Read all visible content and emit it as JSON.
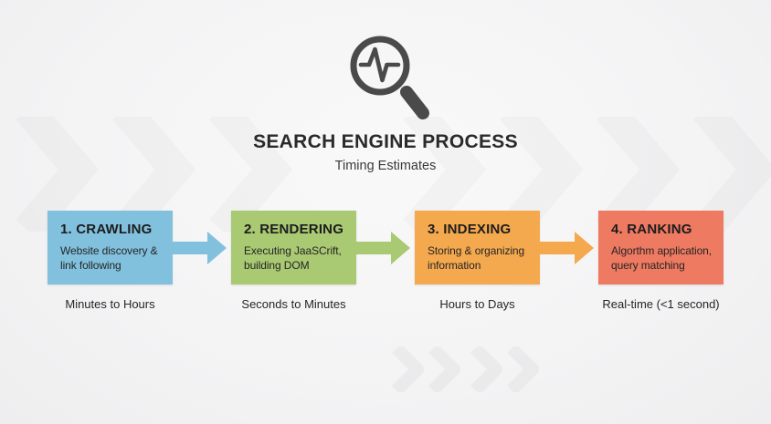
{
  "page": {
    "title": "SEARCH ENGINE PROCESS",
    "subtitle": "Timing Estimates"
  },
  "icon": {
    "name": "magnifier-pulse-icon",
    "color": "#4a4a4a"
  },
  "steps": [
    {
      "title": "1. CRAWLING",
      "description": "Website discovery &\nlink following",
      "timing": "Minutes to Hours",
      "color": "#82c1de"
    },
    {
      "title": "2. RENDERING",
      "description": "Executing JaaSCrift,\nbuilding DOM",
      "timing": "Seconds to Minutes",
      "color": "#a9c973"
    },
    {
      "title": "3. INDEXING",
      "description": "Storing & organizing\ninformation",
      "timing": "Hours to Days",
      "color": "#f5a94f"
    },
    {
      "title": "4. RANKING",
      "description": "Algorthm application,\nquery matching",
      "timing": "Real-time (<1 second)",
      "color": "#ee7a62"
    }
  ],
  "decor": {
    "band_icon": "chevron-right-pattern",
    "bottom_icon": "chevron-right-pattern"
  }
}
